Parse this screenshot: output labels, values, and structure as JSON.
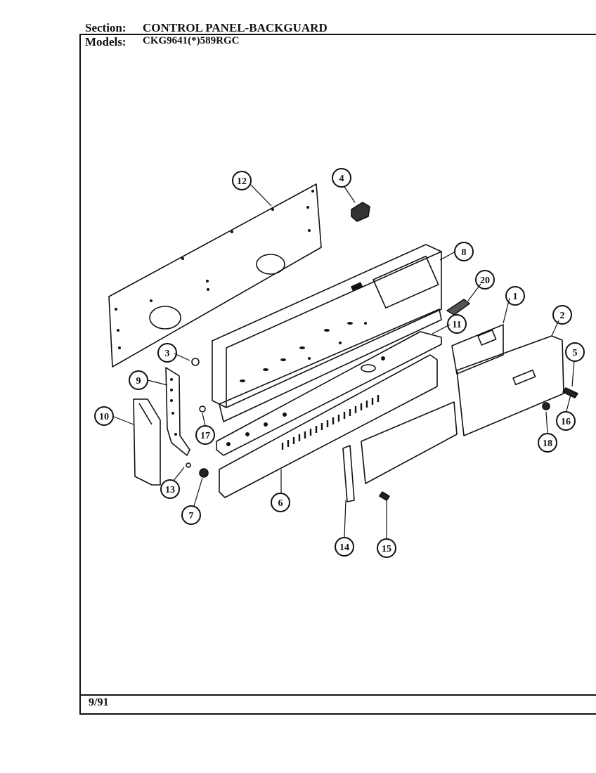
{
  "header": {
    "section_label": "Section:",
    "section_value": "CONTROL PANEL-BACKGUARD",
    "models_label": "Models:",
    "models_value": "CKG9641(*)589RGC"
  },
  "footer": {
    "date": "9/91"
  },
  "callouts": [
    {
      "id": "callout-1",
      "label": "1"
    },
    {
      "id": "callout-2",
      "label": "2"
    },
    {
      "id": "callout-3",
      "label": "3"
    },
    {
      "id": "callout-4",
      "label": "4"
    },
    {
      "id": "callout-5",
      "label": "5"
    },
    {
      "id": "callout-6",
      "label": "6"
    },
    {
      "id": "callout-7",
      "label": "7"
    },
    {
      "id": "callout-8",
      "label": "8"
    },
    {
      "id": "callout-9",
      "label": "9"
    },
    {
      "id": "callout-10",
      "label": "10"
    },
    {
      "id": "callout-11",
      "label": "11"
    },
    {
      "id": "callout-12",
      "label": "12"
    },
    {
      "id": "callout-13",
      "label": "13"
    },
    {
      "id": "callout-14",
      "label": "14"
    },
    {
      "id": "callout-15",
      "label": "15"
    },
    {
      "id": "callout-16",
      "label": "16"
    },
    {
      "id": "callout-17",
      "label": "17"
    },
    {
      "id": "callout-18",
      "label": "18"
    },
    {
      "id": "callout-20",
      "label": "20"
    }
  ]
}
